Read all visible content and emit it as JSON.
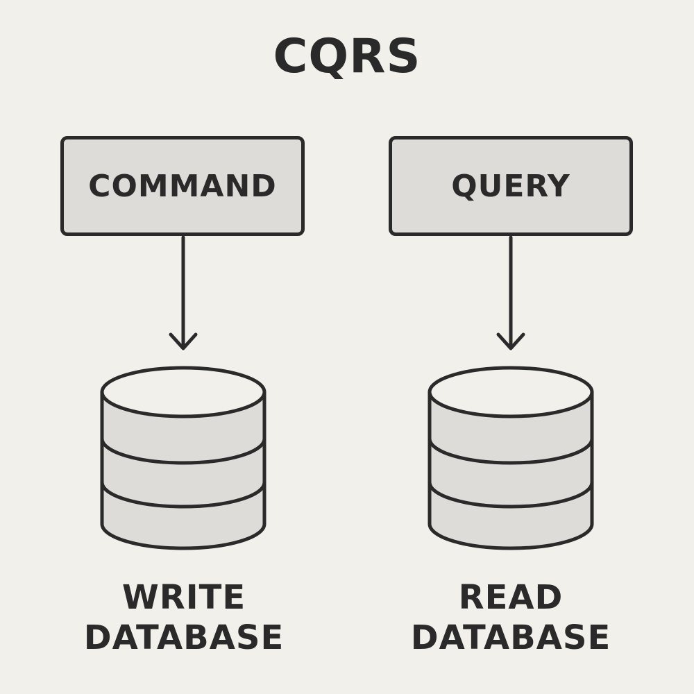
{
  "title": "CQRS",
  "colors": {
    "background": "#f1f0eb",
    "stroke": "#2a2a2a",
    "box_fill": "#dedcd8",
    "db_top_fill": "#f1f0eb",
    "db_band_fill": "#dedcd8"
  },
  "nodes": {
    "command": {
      "label": "COMMAND"
    },
    "query": {
      "label": "QUERY"
    }
  },
  "databases": {
    "write": {
      "line1": "WRITE",
      "line2": "DATABASE",
      "icon": "database-icon"
    },
    "read": {
      "line1": "READ",
      "line2": "DATABASE",
      "icon": "database-icon"
    }
  },
  "edges": [
    {
      "from": "COMMAND",
      "to": "WRITE DATABASE"
    },
    {
      "from": "QUERY",
      "to": "READ DATABASE"
    }
  ]
}
